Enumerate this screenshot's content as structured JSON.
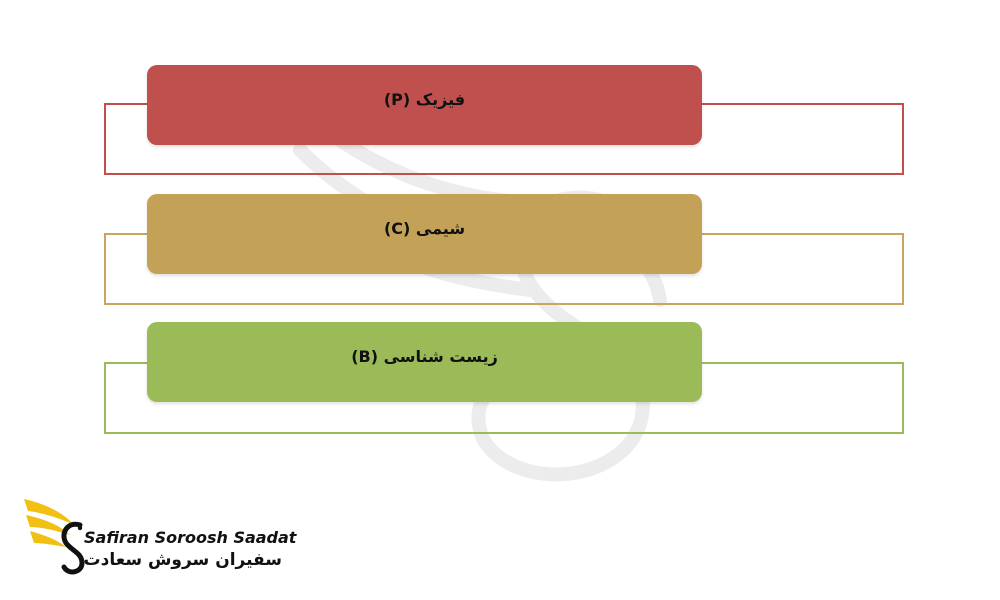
{
  "diagram": {
    "items": [
      {
        "label": "فیزیک (P)",
        "fill": "#c0504d",
        "outline": "#c0504d"
      },
      {
        "label": "شیمی (C)",
        "fill": "#c3a157",
        "outline": "#c9a463"
      },
      {
        "label": "زیست شناسی (B)",
        "fill": "#9bbb59",
        "outline": "#9bbb59"
      }
    ]
  },
  "logo": {
    "name_en": "Safiran Soroosh Saadat",
    "name_fa": "سفیران سروش سعادت",
    "accent": "#f2c012"
  }
}
